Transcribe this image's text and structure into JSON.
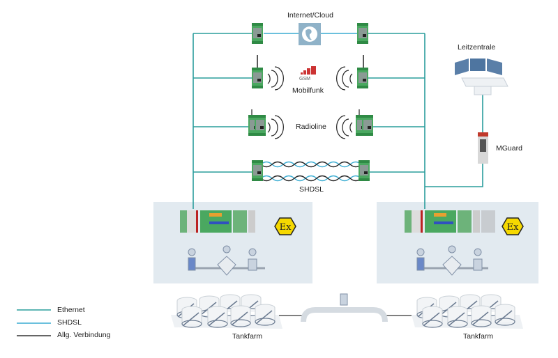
{
  "labels": {
    "internet": "Internet/Cloud",
    "mobilfunk": "Mobilfunk",
    "gsm_logo": "GSM",
    "radioline": "Radioline",
    "shdsl": "SHDSL",
    "leitzentrale": "Leitzentrale",
    "mguard": "MGuard",
    "tankfarm_left": "Tankfarm",
    "tankfarm_right": "Tankfarm",
    "ex_symbol": "Ex"
  },
  "legend": [
    {
      "label": "Ethernet",
      "color": "#2a9d9c"
    },
    {
      "label": "SHDSL",
      "color": "#3aacd2"
    },
    {
      "label": "Allg. Verbindung",
      "color": "#333333"
    }
  ],
  "colors": {
    "ethernet": "#2a9d9c",
    "shdsl": "#3aacd2",
    "general": "#333333",
    "panel": "#e2eaf0",
    "device": "#4aa860",
    "ex": "#f5d800"
  }
}
